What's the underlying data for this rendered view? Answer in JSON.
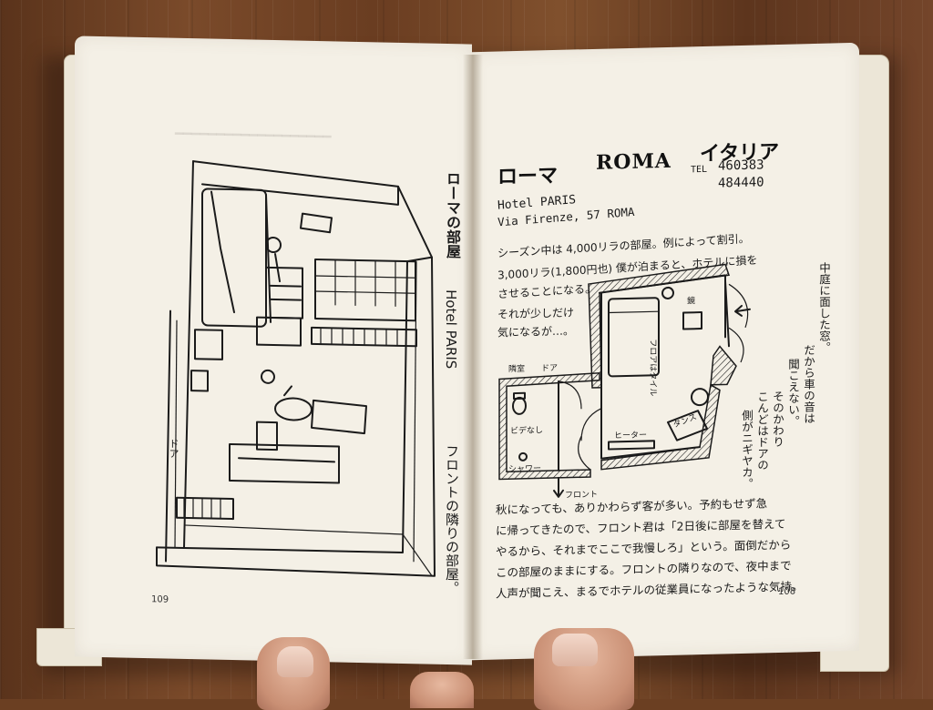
{
  "left_page": {
    "vertical_title": "ローマの部屋",
    "vertical_hotel": "Hotel PARIS",
    "vertical_caption": "フロントの隣りの部屋。",
    "drawing_label": "ドア",
    "page_number": "109"
  },
  "right_page": {
    "title_jp": "ローマ",
    "title_en": "ROMA",
    "title_country": "イタリア",
    "tel_label": "TEL",
    "tel_numbers": [
      "460383",
      "484440"
    ],
    "hotel_name": "Hotel PARIS",
    "address": "Via Firenze, 57 ROMA",
    "intro_lines": [
      "シーズン中は 4,000リラの部屋。例によって割引。",
      "3,000リラ(1,800円也)  僕が泊まると、ホテルに損を",
      "させることになる。",
      "それが少しだけ",
      "気になるが…。"
    ],
    "side_note_lines": [
      "中庭に面した窓。",
      "だから車の音は",
      "聞こえない。",
      "そのかわり",
      "こんどはドアの",
      "側がニギヤカ。"
    ],
    "plan_labels": {
      "mirror": "鏡",
      "floor": "フロアはタイル",
      "neighbor": "隣室",
      "door": "ドア",
      "bidet": "ビデなし",
      "shower": "シャワー",
      "heater": "ヒーター",
      "closet": "タンス",
      "front": "フロント"
    },
    "body_lines": [
      "秋になっても、ありかわらず客が多い。予約もせず急",
      "に帰ってきたので、フロント君は「2日後に部屋を替えて",
      "やるから、それまでここで我慢しろ」という。面倒だから",
      "この部屋のままにする。フロントの隣りなので、夜中まで",
      "人声が聞こえ、まるでホテルの従業員になったような気持。"
    ],
    "page_number": "108"
  },
  "colors": {
    "ink": "#1b1b1b",
    "paper": "#f4f0e6",
    "wood": "#6b3f22"
  }
}
